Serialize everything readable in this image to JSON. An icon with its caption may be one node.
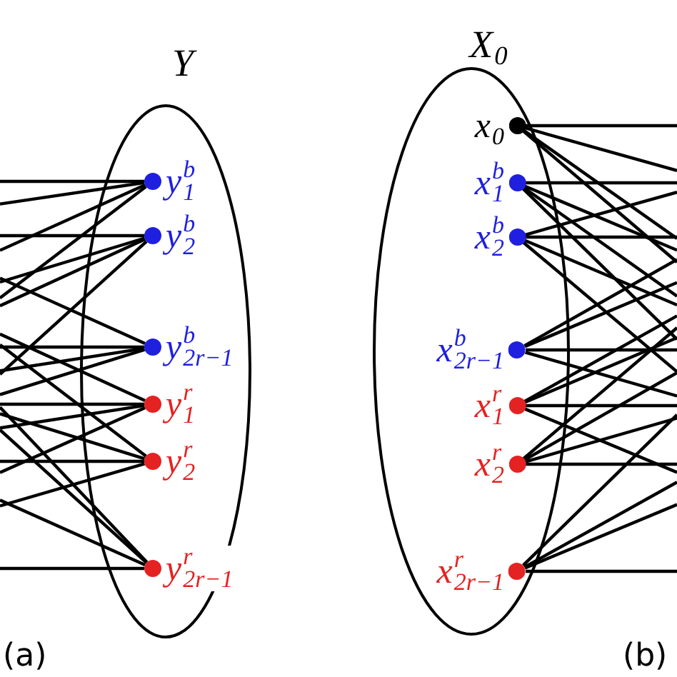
{
  "diagram": {
    "nodes": [
      {
        "text": [
          "Y"
        ]
      },
      {
        "text": [
          "y$^{b}$$_{1}$"
        ],
        "in": 0
      },
      {
        "text": [
          "y$^{b}$$_{2}$"
        ],
        "in": 0
      },
      {
        "text": [
          "y$^{b}$$_{2r−1}$"
        ],
        "in": 0
      },
      {
        "text": [
          "y$^{r}$$_{1}$"
        ],
        "in": 0
      },
      {
        "text": [
          "y$^{r}$$_{2}$"
        ],
        "in": 0
      },
      {
        "text": [
          "y$^{r}$$_{2r−1}$"
        ],
        "in": 0
      },
      {
        "text": [
          "X$_{0}$"
        ]
      },
      {
        "text": [
          "x$_{0}$"
        ],
        "in": 7
      },
      {
        "text": [
          "x$^{b}$$_{1}$"
        ],
        "in": 7
      },
      {
        "text": [
          "x$^{b}$$_{2}$"
        ],
        "in": 7
      },
      {
        "text": [
          "x$^{b}$$_{2r−1}$"
        ],
        "in": 7
      },
      {
        "text": [
          "x$^{r}$$_{1}$"
        ],
        "in": 7
      },
      {
        "text": [
          "x$^{r}$$_{2}$"
        ],
        "in": 7
      },
      {
        "text": [
          "x$^{r}$$_{2r−1}$"
        ],
        "in": 7
      }
    ],
    "edges": [
      {
        "from": null,
        "to": 1,
        "arrow": "none"
      },
      {
        "from": null,
        "to": 1,
        "arrow": "none"
      },
      {
        "from": null,
        "to": 1,
        "arrow": "none"
      },
      {
        "from": null,
        "to": 1,
        "arrow": "none"
      },
      {
        "from": null,
        "to": 2,
        "arrow": "none"
      },
      {
        "from": null,
        "to": 2,
        "arrow": "none"
      },
      {
        "from": null,
        "to": 2,
        "arrow": "none"
      },
      {
        "from": null,
        "to": 2,
        "arrow": "none"
      },
      {
        "from": null,
        "to": 3,
        "arrow": "none"
      },
      {
        "from": null,
        "to": 3,
        "arrow": "none"
      },
      {
        "from": null,
        "to": 3,
        "arrow": "none"
      },
      {
        "from": null,
        "to": 3,
        "arrow": "none"
      },
      {
        "from": null,
        "to": 4,
        "arrow": "none"
      },
      {
        "from": null,
        "to": 4,
        "arrow": "none"
      },
      {
        "from": null,
        "to": 4,
        "arrow": "none"
      },
      {
        "from": null,
        "to": 4,
        "arrow": "none"
      },
      {
        "from": null,
        "to": 5,
        "arrow": "none"
      },
      {
        "from": null,
        "to": 5,
        "arrow": "none"
      },
      {
        "from": null,
        "to": 5,
        "arrow": "none"
      },
      {
        "from": null,
        "to": 5,
        "arrow": "none"
      },
      {
        "from": null,
        "to": 6,
        "arrow": "none"
      },
      {
        "from": null,
        "to": 6,
        "arrow": "none"
      },
      {
        "from": null,
        "to": 6,
        "arrow": "none"
      },
      {
        "from": null,
        "to": 6,
        "arrow": "none"
      },
      {
        "from": 8,
        "to": null,
        "arrow": "none"
      },
      {
        "from": 8,
        "to": null,
        "arrow": "none"
      },
      {
        "from": 8,
        "to": null,
        "arrow": "none"
      },
      {
        "from": 8,
        "to": null,
        "arrow": "none"
      },
      {
        "from": 9,
        "to": null,
        "arrow": "none"
      },
      {
        "from": 9,
        "to": null,
        "arrow": "none"
      },
      {
        "from": 9,
        "to": null,
        "arrow": "none"
      },
      {
        "from": 9,
        "to": null,
        "arrow": "none"
      },
      {
        "from": 10,
        "to": null,
        "arrow": "none"
      },
      {
        "from": 10,
        "to": null,
        "arrow": "none"
      },
      {
        "from": 10,
        "to": null,
        "arrow": "none"
      },
      {
        "from": 10,
        "to": null,
        "arrow": "none"
      },
      {
        "from": 11,
        "to": null,
        "arrow": "none"
      },
      {
        "from": 11,
        "to": null,
        "arrow": "none"
      },
      {
        "from": 11,
        "to": null,
        "arrow": "none"
      },
      {
        "from": 11,
        "to": null,
        "arrow": "none"
      },
      {
        "from": 12,
        "to": null,
        "arrow": "none"
      },
      {
        "from": 12,
        "to": null,
        "arrow": "none"
      },
      {
        "from": 12,
        "to": null,
        "arrow": "none"
      },
      {
        "from": 12,
        "to": null,
        "arrow": "none"
      },
      {
        "from": 13,
        "to": null,
        "arrow": "none"
      },
      {
        "from": 13,
        "to": null,
        "arrow": "none"
      },
      {
        "from": 13,
        "to": null,
        "arrow": "none"
      },
      {
        "from": 13,
        "to": null,
        "arrow": "none"
      },
      {
        "from": 14,
        "to": null,
        "arrow": "none"
      },
      {
        "from": 14,
        "to": null,
        "arrow": "none"
      },
      {
        "from": 14,
        "to": null,
        "arrow": "none"
      },
      {
        "from": 14,
        "to": null,
        "arrow": "none"
      }
    ],
    "labels": [
      "(a)",
      "(b)"
    ]
  }
}
